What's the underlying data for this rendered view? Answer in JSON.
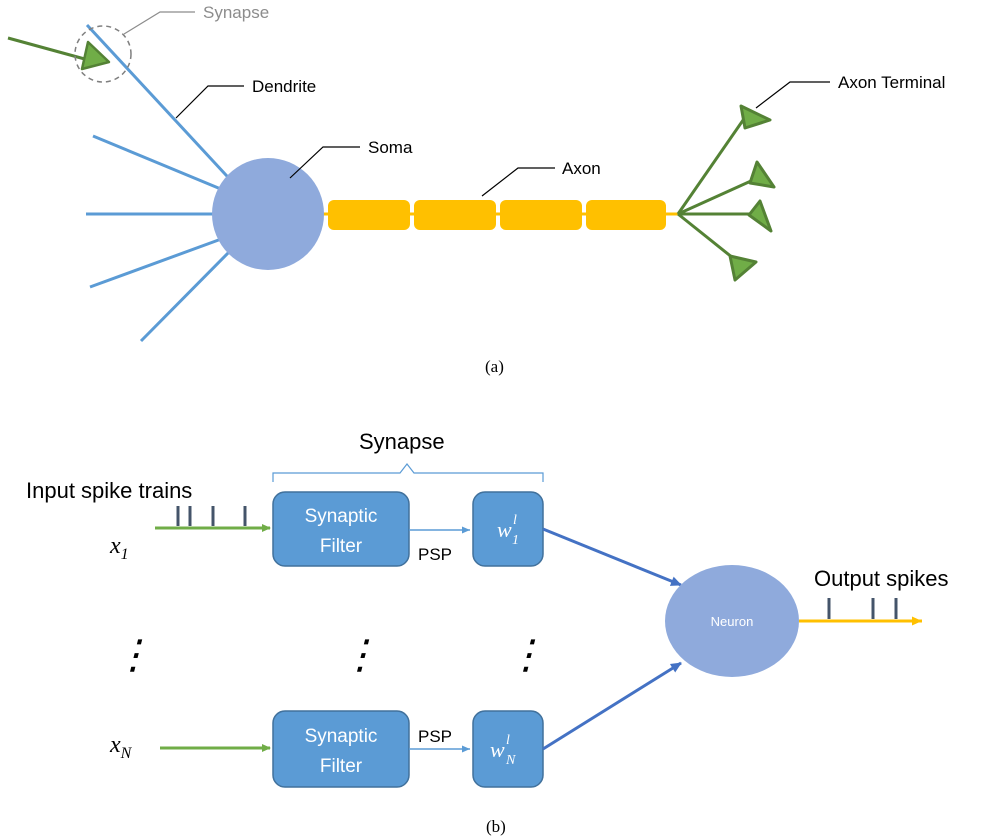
{
  "panel_a": {
    "caption": "(a)",
    "labels": {
      "synapse": "Synapse",
      "dendrite": "Dendrite",
      "soma": "Soma",
      "axon": "Axon",
      "axon_terminal": "Axon Terminal"
    }
  },
  "panel_b": {
    "caption": "(b)",
    "synapse_label": "Synapse",
    "input_label": "Input spike trains",
    "output_label": "Output spikes",
    "neuron_label": "Neuron",
    "filter_line1": "Synaptic",
    "filter_line2": "Filter",
    "psp": "PSP",
    "x_var": "x",
    "x_sub_1": "1",
    "x_sub_N": "N",
    "w_var": "w",
    "w_sup": "l",
    "w_sub_1": "1",
    "w_sub_N": "N",
    "ellipsis": "⋮"
  },
  "colors": {
    "dendrite_blue": "#5b9bd5",
    "soma_fill": "#8faadc",
    "axon_yellow": "#ffc000",
    "terminal_green": "#548235",
    "terminal_fill": "#70ad47",
    "box_fill": "#5b9bd5",
    "box_stroke": "#41719c",
    "arrow_dark_blue": "#4472c4",
    "input_green": "#70ad47",
    "spike_gray": "#44546a"
  }
}
